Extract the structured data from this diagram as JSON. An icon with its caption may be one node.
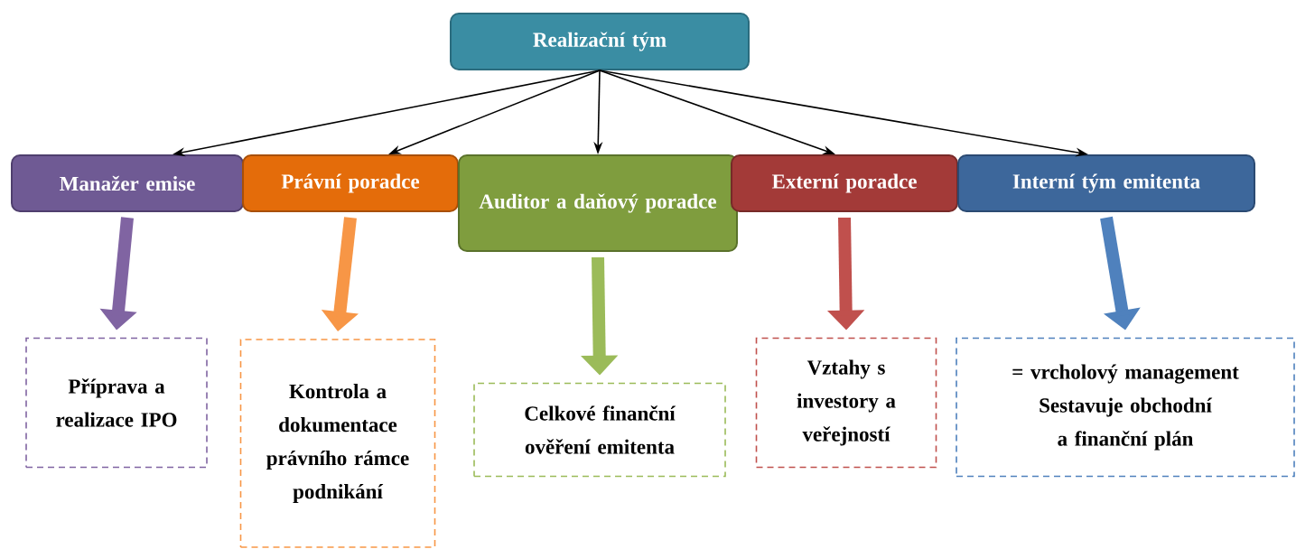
{
  "diagram": {
    "nodes": [
      {
        "text": [
          "Realizační tým"
        ]
      },
      {
        "text": [
          "Manažer emise"
        ]
      },
      {
        "text": [
          "Právní poradce"
        ]
      },
      {
        "text": [
          "Auditor a daňový poradce"
        ]
      },
      {
        "text": [
          "Externí poradce"
        ]
      },
      {
        "text": [
          "Interní tým emitenta"
        ]
      },
      {
        "text": [
          "Příprava a realizace IPO"
        ]
      },
      {
        "text": [
          "Kontrola a dokumentace právního rámce podnikání"
        ]
      },
      {
        "text": [
          "Celkové finanční ověření emitenta"
        ]
      },
      {
        "text": [
          "Vztahy s investory a veřejností"
        ]
      },
      {
        "text": [
          "= vrcholový management Sestavuje obchodní a finanční plán"
        ]
      }
    ],
    "edges": [
      {
        "from": 0,
        "to": 1,
        "arrow": "to"
      },
      {
        "from": 0,
        "to": 2,
        "arrow": "to"
      },
      {
        "from": 0,
        "to": 3,
        "arrow": "to"
      },
      {
        "from": 0,
        "to": 4,
        "arrow": "to"
      },
      {
        "from": 0,
        "to": 5,
        "arrow": "to"
      },
      {
        "from": 1,
        "to": 6,
        "arrow": "to",
        "style": "thick",
        "color": "#8064a2"
      },
      {
        "from": 2,
        "to": 7,
        "arrow": "to",
        "style": "thick",
        "color": "#f79646"
      },
      {
        "from": 3,
        "to": 8,
        "arrow": "to",
        "style": "thick",
        "color": "#9bbb59"
      },
      {
        "from": 4,
        "to": 9,
        "arrow": "to",
        "style": "thick",
        "color": "#c0504d"
      },
      {
        "from": 5,
        "to": 10,
        "arrow": "to",
        "style": "thick",
        "color": "#4f81bd"
      }
    ]
  }
}
